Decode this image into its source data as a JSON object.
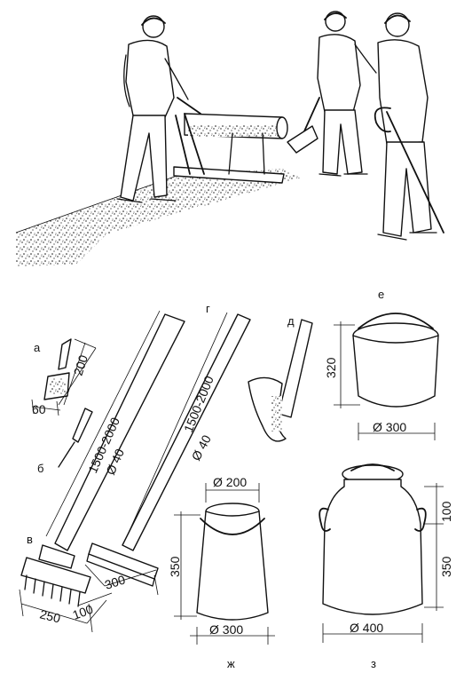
{
  "labels": {
    "a": "а",
    "b": "б",
    "v": "в",
    "g": "г",
    "d": "д",
    "e": "е",
    "zh": "ж",
    "z": "з"
  },
  "dimensions": {
    "scraper_length": "200",
    "scraper_width": "60",
    "brush_handle_length": "1500-2000",
    "brush_handle_dia": "Ø 40",
    "brush_width": "250",
    "brush_depth": "100",
    "rake_handle_length": "1500-2000",
    "rake_handle_dia": "Ø 40",
    "rake_width": "300",
    "bucket_e_height": "320",
    "bucket_e_dia": "Ø 300",
    "bucket_zh_top_dia": "Ø 200",
    "bucket_zh_height": "350",
    "bucket_zh_bottom_dia": "Ø 300",
    "can_z_neck_height": "100",
    "can_z_body_height": "350",
    "can_z_dia": "Ø 400"
  }
}
